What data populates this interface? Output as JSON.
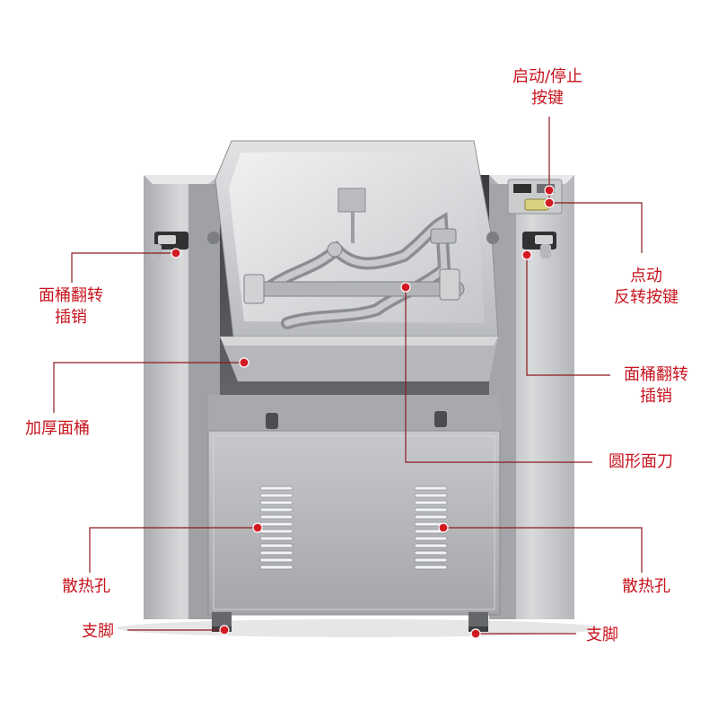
{
  "labels": {
    "start_stop": [
      "启动/停止",
      "按键"
    ],
    "jog_reverse": [
      "点动",
      "反转按键"
    ],
    "pin_left": [
      "面桶翻转",
      "插销"
    ],
    "pin_right": [
      "面桶翻转",
      "插销"
    ],
    "thick_bowl": "加厚面桶",
    "round_blade": "圆形面刀",
    "vent_left": "散热孔",
    "vent_right": "散热孔",
    "leg_left": "支脚",
    "leg_right": "支脚"
  },
  "colors": {
    "accent": "#c8141e",
    "steel_light": "#d9dadc",
    "steel_mid": "#b7b9bc",
    "steel_dark": "#8d8f93"
  }
}
